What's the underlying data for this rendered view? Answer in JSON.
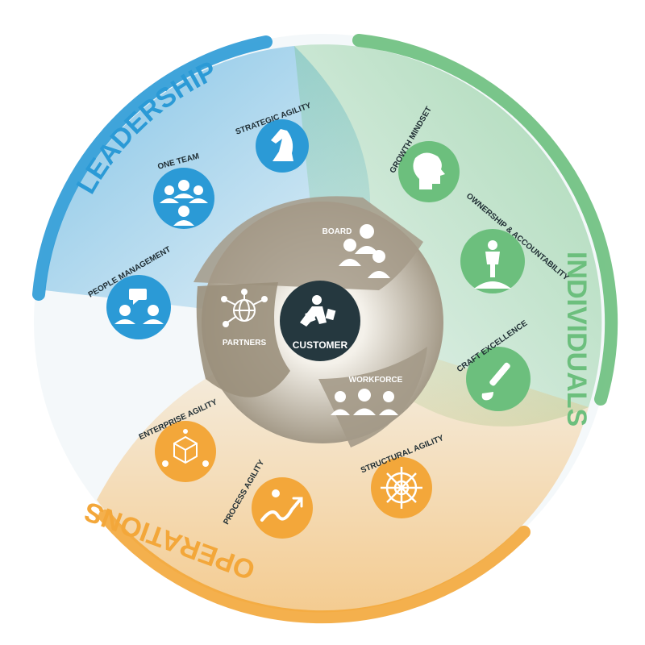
{
  "colors": {
    "leadership": "#2b9ad6",
    "individuals": "#6cbf7d",
    "operations": "#f3a73a",
    "core": "#a49a88",
    "center": "#25383f",
    "text_dark": "#1f2d33"
  },
  "sections": {
    "leadership": "LEADERSHIP",
    "individuals": "INDIVIDUALS",
    "operations": "OPERATIONS"
  },
  "center": {
    "label": "CUSTOMER",
    "icon": "customer-shopper-icon"
  },
  "core": {
    "board": {
      "label": "BOARD",
      "icon": "board-people-icon"
    },
    "partners": {
      "label": "PARTNERS",
      "icon": "network-globe-icon"
    },
    "workforce": {
      "label": "WORKFORCE",
      "icon": "workforce-people-icon"
    }
  },
  "leadership_items": [
    {
      "label": "STRATEGIC AGILITY",
      "icon": "chess-knight-icon"
    },
    {
      "label": "ONE TEAM",
      "icon": "team-group-icon"
    },
    {
      "label": "PEOPLE MANAGEMENT",
      "icon": "people-chat-icon"
    }
  ],
  "individual_items": [
    {
      "label": "GROWTH MINDSET",
      "icon": "head-profile-icon"
    },
    {
      "label": "OWNERSHIP & ACCOUNTABILITY",
      "icon": "person-on-globe-icon"
    },
    {
      "label": "CRAFT EXCELLENCE",
      "icon": "paintbrush-icon"
    }
  ],
  "operations_items": [
    {
      "label": "ENTERPRISE AGILITY",
      "icon": "cube-cycle-icon"
    },
    {
      "label": "PROCESS AGILITY",
      "icon": "trend-arrow-icon"
    },
    {
      "label": "STRUCTURAL AGILITY",
      "icon": "web-structure-icon"
    }
  ]
}
